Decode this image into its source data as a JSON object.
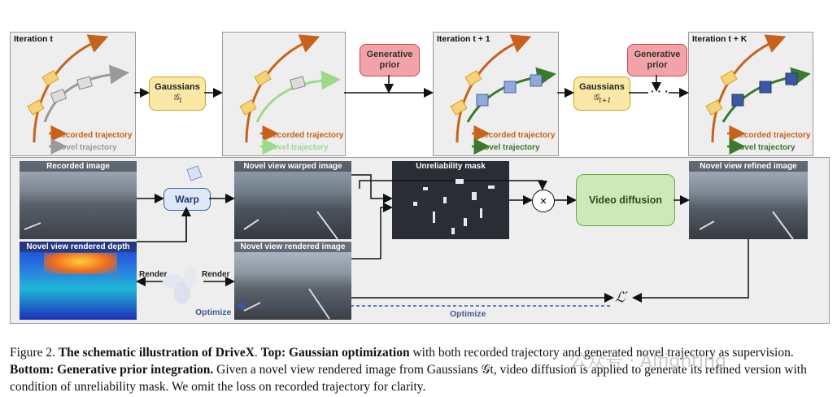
{
  "top": {
    "panels": [
      {
        "title": "Iteration t"
      },
      {
        "title": ""
      },
      {
        "title": "Iteration t + 1"
      },
      {
        "title": "Iteration t + K"
      }
    ],
    "gaussians_label": "Gaussians",
    "gaussians_t": "𝒢",
    "gaussians_t_sub": "t",
    "gaussians_t1_sub": "t+1",
    "generative_prior": [
      "Generative",
      "prior"
    ],
    "dots": "· · ·",
    "legend_recorded": "Recorded trajectory",
    "legend_novel": "Novel trajectory"
  },
  "bottom": {
    "recorded_image": "Recorded image",
    "novel_depth": "Novel view rendered depth",
    "warp": "Warp",
    "warped_image": "Novel view warped image",
    "rendered_image": "Novel view rendered image",
    "unreliability_mask": "Unreliability mask",
    "multiply": "×",
    "video_diffusion": "Video diffusion",
    "refined_image": "Novel view refined image",
    "render_left": "Render",
    "render_right": "Render",
    "optimize_left": "Optimize",
    "optimize_mid": "Optimize",
    "loss": "ℒ′"
  },
  "caption": {
    "prefix": "Figure 2. ",
    "title": "The schematic illustration of DriveX",
    "p1": ". ",
    "top_label": "Top: Gaussian optimization",
    "p2": " with both recorded trajectory and generated novel trajectory as supervision. ",
    "bottom_label": "Bottom: Generative prior integration.",
    "p3": " Given a novel view rendered image from Gaussians 𝒢t, video diffusion is applied to generate its refined version with condition of unreliability mask. We omit the loss on recorded trajectory for clarity."
  },
  "watermark": "公众号 · AIfighting",
  "colors": {
    "orange": "#c8621a",
    "gray": "#9a9a9a",
    "light_green": "#9ed98a",
    "green": "#3a7a2a",
    "blue_box": "#40619c",
    "gaussian_yellow": "#fbe7a6",
    "prior_red": "#f2a3a8",
    "diffusion_green": "#cfe8b8"
  }
}
